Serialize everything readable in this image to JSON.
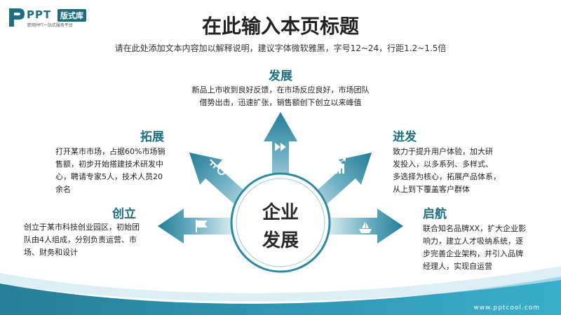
{
  "logo": {
    "name": "PPT",
    "tag": "版式库",
    "subtitle": "职场PPT一站式服务平台"
  },
  "header": {
    "title": "在此输入本页标题",
    "subtitle": "请在此处添加文本内容加以解释说明，建议字体微软雅黑，字号12~24，行距1.2~1.5倍"
  },
  "center": {
    "line1": "企业",
    "line2": "发展"
  },
  "sections": {
    "fazhan": {
      "title": "发展",
      "body": [
        "新品上市收到良好反馈，在市场反应良好，市场团队",
        "借势出击，迅速扩张，销售额创下创立以来峰值"
      ]
    },
    "tuozhan": {
      "title": "拓展",
      "body": [
        "打开某市市场，占据60%市场销",
        "售额，初步开始搭建技术研发中",
        "心，聘请专家5人，技术人员20",
        "余名"
      ]
    },
    "jinfa": {
      "title": "进发",
      "body": [
        "致力于提升用户体验，加大研",
        "发投入，以多系列、多样式、",
        "多选择为核心，拓展产品体系，",
        "从上到下覆盖客户群体"
      ]
    },
    "chuangli": {
      "title": "创立",
      "body": [
        "创立于某市科技创业园区，初始团",
        "队由4人组成，分别负责运营、市",
        "场、财务和设计"
      ]
    },
    "qihang": {
      "title": "启航",
      "body": [
        "联合知名品牌XX，扩大企业影",
        "响力，建立人才吸纳系统，逐",
        "步完善企业架构，并引入品牌",
        "经理人，实现自运营"
      ]
    }
  },
  "footer": {
    "url": "www.pptcool.com"
  },
  "colors": {
    "primary": "#1d6f82",
    "arrow_light": "#e6f1f5",
    "arrow_dark": "#2a8aa3",
    "wave": "#1a93b3"
  },
  "icons": {
    "top": "fast-forward-icon",
    "upper_left": "key-icon",
    "upper_right": "growth-chart-icon",
    "left": "flag-icon",
    "right": "ship-icon"
  }
}
